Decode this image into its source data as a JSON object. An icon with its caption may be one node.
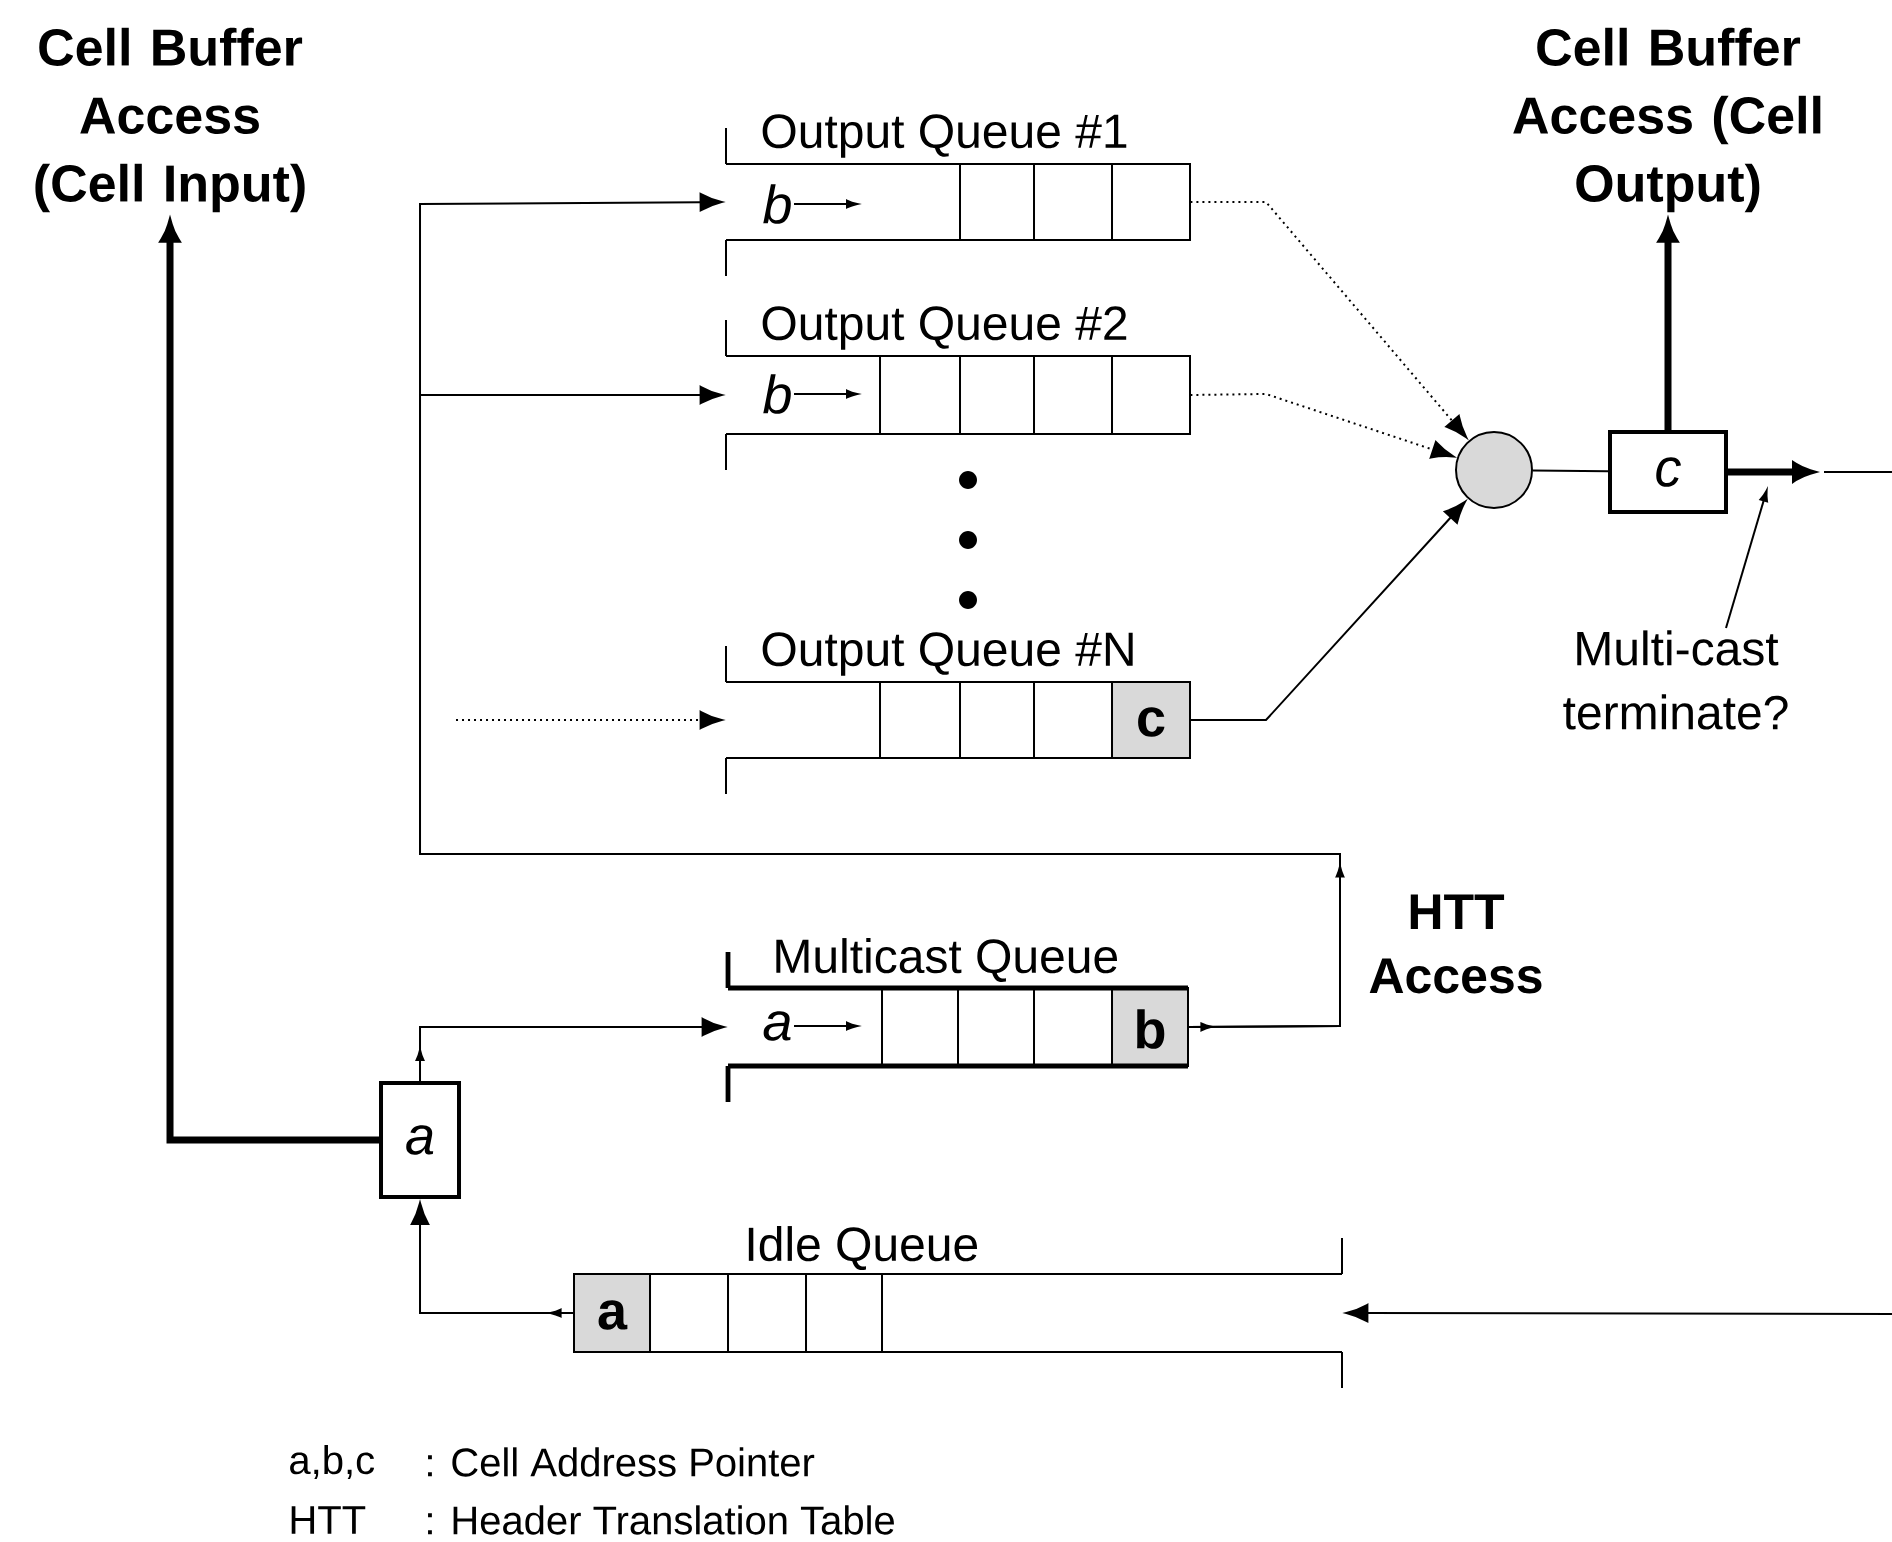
{
  "diagram": {
    "nodes": [
      {
        "text": [
          "Cell Buffer Access (Cell Input)"
        ]
      },
      {
        "text": [
          "Output Queue #1",
          "b"
        ]
      },
      {
        "text": [
          "Output Queue #2",
          "b"
        ]
      },
      {
        "text": [
          "Output Queue #N",
          "c"
        ]
      },
      {
        "text": [],
        "shape": "circle"
      },
      {
        "text": [
          "c"
        ]
      },
      {
        "text": [
          "Cell Buffer Access (Cell Output)"
        ]
      },
      {
        "text": [
          "Multi-cast terminate?"
        ]
      },
      {
        "text": [
          "Multicast Queue",
          "a",
          "b"
        ]
      },
      {
        "text": [
          "a"
        ]
      },
      {
        "text": [
          "Idle Queue",
          "a"
        ]
      }
    ],
    "edges": [
      {
        "from": 9,
        "to": 0,
        "arrow": "to",
        "style": "thick"
      },
      {
        "from": 8,
        "to": 1,
        "arrow": "to"
      },
      {
        "from": 8,
        "to": 2,
        "arrow": "to"
      },
      {
        "from": null,
        "to": 3,
        "arrow": "to",
        "style": "dashed"
      },
      {
        "from": 1,
        "to": 4,
        "arrow": "to",
        "style": "dashed"
      },
      {
        "from": 2,
        "to": 4,
        "arrow": "to",
        "style": "dashed"
      },
      {
        "from": 3,
        "to": 4,
        "arrow": "to"
      },
      {
        "from": 4,
        "to": 5,
        "arrow": "none"
      },
      {
        "from": 5,
        "to": 6,
        "arrow": "to",
        "style": "thick"
      },
      {
        "from": 5,
        "to": null,
        "arrow": "to",
        "style": "thick"
      },
      {
        "from": 7,
        "to": null,
        "arrow": "to"
      },
      {
        "from": 9,
        "to": 8,
        "arrow": "to"
      },
      {
        "from": 10,
        "to": 9,
        "arrow": "to"
      },
      {
        "from": null,
        "to": 10,
        "arrow": "to"
      }
    ],
    "labels": [
      "HTT Access",
      "a,b,c",
      ": Cell Address Pointer",
      "HTT",
      ": Header Translation Table"
    ]
  }
}
